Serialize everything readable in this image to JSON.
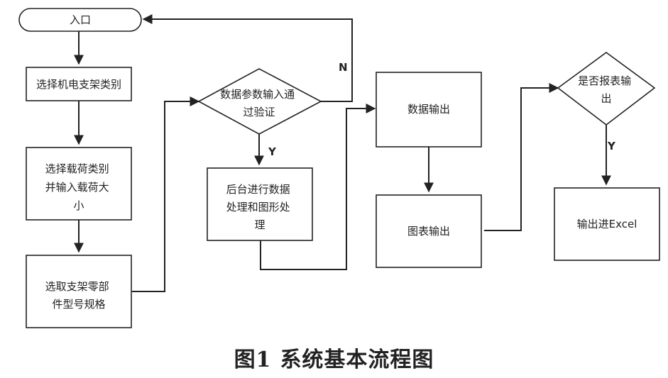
{
  "nodes": {
    "entry": "入口",
    "select_category": "选择机电支架类别",
    "select_load": [
      "选择载荷类别",
      "并输入载荷大",
      "小"
    ],
    "select_parts": [
      "选取支架零部",
      "件型号规格"
    ],
    "validate": [
      "数据参数输入通",
      "过验证"
    ],
    "process": [
      "后台进行数据",
      "处理和图形处",
      "理"
    ],
    "data_output": "数据输出",
    "chart_output": "图表输出",
    "report_decision": [
      "是否报表输",
      "出"
    ],
    "excel_output": "输出进Excel"
  },
  "branch_labels": {
    "no": "N",
    "yes_validate": "Y",
    "yes_report": "Y"
  },
  "caption": {
    "number": "图1",
    "title": "系统基本流程图"
  }
}
